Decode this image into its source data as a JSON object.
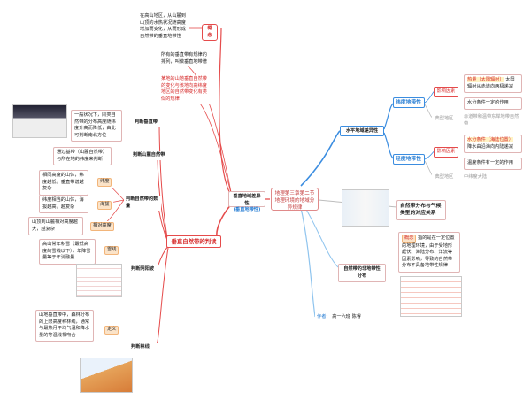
{
  "center": {
    "line1": "地理第三章第二节",
    "line2": "地理环境的地域分异规律"
  },
  "vertical": {
    "title": "垂直地域差异性",
    "subtitle": "(垂直地带性)",
    "concept_label": "概念",
    "concept_text": "在高山地区，从山麓到山顶的水热状况随高度增加而变化，从而形成自然带的垂直地带性",
    "rule1": "所有的垂直带有规律的排列，叫做垂直地带谱",
    "rule2": "某地的山地垂直自然带的变化与该地向高纬度地区的自然带变化有类似的规律",
    "judge_zones": "判断垂直带",
    "judge_zones_text": "一般状况下，同类自然带的分布高度随纬度升高而降低，由此可判断南北方位",
    "judge_base": "判断山麓自然带",
    "judge_base_text": "通过基带（山麓自然带）与所在地的纬度来判断",
    "judge_count": "判断自然带的数量",
    "count_a_tag": "纬度",
    "count_a": "相同高度的山体，纬度越低，垂直带谱越复杂",
    "count_b_tag": "海拔",
    "count_b": "纬度相当的山体，海拔越高，越复杂",
    "count_c_tag": "相对高度",
    "count_c": "山顶到山麓相对高度越大，越复杂",
    "judge_slope": "判断阴阳坡",
    "slope_tag": "雪线",
    "slope_text": "高山常年积雪（最低高度的雪线以下），年降雪量等于年消融量",
    "judge_tree": "判断林线",
    "tree_tag": "定义",
    "tree_text": "山地垂直带中，森林分布的上限高度称林线，通常与最热月平均气温和降水量的等温线相吻合",
    "list_title": "垂直自然带的判读"
  },
  "horizontal": {
    "title": "水平地域差异性",
    "lat_title": "纬度地带性",
    "lat_reason_label": "影响因素",
    "lat_reason1": "热量（太阳辐射）",
    "lat_reason1b": "太阳辐射从赤道向两极递减",
    "lat_reason2": "水分条件一定的作用",
    "lat_type": "典型地区",
    "lat_type_text": "赤道带和温带东岸地带自然带",
    "lon_title": "经度地带性",
    "lon_reason_label": "影响因素",
    "lon_reason1": "水分条件（海陆位置）",
    "lon_reason1b": "降水由沿海向内陆递减",
    "lon_reason2": "温度条件有一定的作用",
    "lon_type": "典型地区",
    "lon_type_text": "中纬度大陆"
  },
  "climate": {
    "title": "自然带分布与气候类型的对应关系"
  },
  "nonzonal": {
    "title": "自然带的非地带性分布",
    "label": "概念",
    "text": "指的是在一定位置的地理环境，由于受地形起伏、海陆分布、洋流等因素影响，导致的自然带分布不具备地带性规律"
  },
  "author": {
    "label": "作者",
    "name": "高一六班 陈睿"
  },
  "colors": {
    "center_border": "#e08a8a",
    "red_branch": "#e54b4b",
    "blue_branch": "#3b8de0",
    "grey_line": "#bdbdbd",
    "light_blue": "#8fc4ee"
  }
}
